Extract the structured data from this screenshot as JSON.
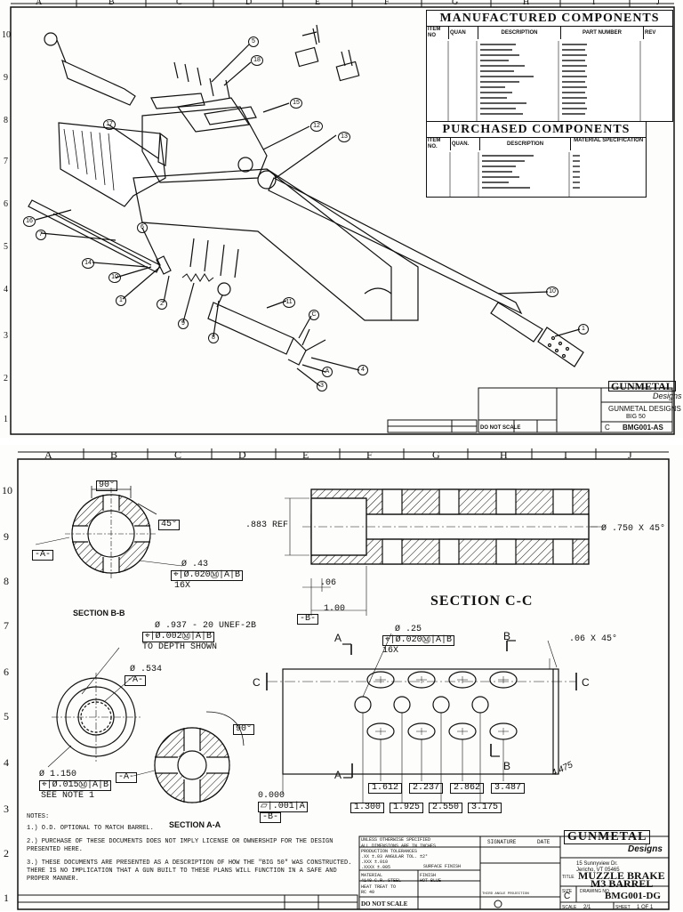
{
  "sheet1": {
    "zones_x": [
      "A",
      "B",
      "C",
      "D",
      "E",
      "F",
      "G",
      "H",
      "I",
      "J"
    ],
    "zones_y": [
      "10",
      "9",
      "8",
      "7",
      "6",
      "5",
      "4",
      "3",
      "2",
      "1"
    ],
    "manufactured": {
      "title": "MANUFACTURED COMPONENTS",
      "headers": [
        "ITEM NO",
        "QUAN",
        "DESCRIPTION",
        "PART NUMBER",
        "REV"
      ]
    },
    "purchased": {
      "title": "PURCHASED COMPONENTS",
      "headers": [
        "ITEM NO.",
        "QUAN.",
        "DESCRIPTION",
        "MATERIAL SPECIFICATION"
      ]
    },
    "balloons": [
      "5",
      "18",
      "15",
      "12",
      "13",
      "17",
      "16",
      "7",
      "14",
      "10",
      "1",
      "2",
      "9",
      "8",
      "6",
      "11",
      "C",
      "3",
      "4",
      "A",
      "10",
      "1"
    ],
    "titleblock": {
      "company": "GUNMETAL DESIGNS",
      "subtitle": "BIG 50",
      "dwg": "BMG001-AS",
      "size": "C",
      "do_not_scale": "DO NOT SCALE",
      "logo": "GUNMETAL",
      "logo_sub": "Designs"
    }
  },
  "sheet2": {
    "zones_x": [
      "A",
      "B",
      "C",
      "D",
      "E",
      "F",
      "G",
      "H",
      "I",
      "J"
    ],
    "zones_y": [
      "10",
      "9",
      "8",
      "7",
      "6",
      "5",
      "4",
      "3",
      "2",
      "1"
    ],
    "section_bb": {
      "label": "SECTION B-B",
      "angle": "90°",
      "chamfer": "45°",
      "datum": "-A-",
      "hole_dia": "Ø .43",
      "hole_tol": "⌖|Ø.020Ⓜ|A|B",
      "hole_count": "16X"
    },
    "section_cc": {
      "label": "SECTION C-C",
      "ref": ".883 REF",
      "bore": "Ø .750 X 45°",
      "dim_06": ".06",
      "dim_100": "1.00",
      "datum_b": "-B-"
    },
    "end_view": {
      "thread": "Ø .937 - 20 UNEF-2B",
      "thread_tol": "⌖|Ø.002Ⓜ|A|B",
      "depth": "TO DEPTH SHOWN",
      "bore": "Ø .534",
      "datum": "-A-",
      "od": "Ø 1.150",
      "od_tol": "⌖|Ø.015Ⓜ|A|B",
      "note": "SEE NOTE 1"
    },
    "section_aa": {
      "label": "SECTION A-A",
      "angle": "90°",
      "datum": "-A-"
    },
    "side_view": {
      "hole": "Ø .25",
      "hole_tol": "⌖|Ø.020Ⓜ|A|B",
      "count": "16X",
      "chamfer": ".06 X 45°",
      "zero": "0.000",
      "flat_tol": "⏥|.001|A",
      "datum_b": "-B-",
      "dims_top": [
        "1.612",
        "2.237",
        "2.862",
        "3.487"
      ],
      "dims_bottom": [
        "1.300",
        "1.925",
        "2.550",
        "3.175"
      ],
      "cut_a": "A",
      "cut_b": "B",
      "cut_c": "C",
      "handwritten": "4.475"
    },
    "notes": {
      "heading": "NOTES:",
      "items": [
        "1.) O.D. OPTIONAL TO MATCH BARREL.",
        "2.) PURCHASE OF THESE DOCUMENTS DOES NOT IMPLY LICENSE OR OWNERSHIP FOR THE DESIGN PRESENTED HERE.",
        "3.) THESE DOCUMENTS ARE PRESENTED AS A DESCRIPTION OF HOW THE \"BIG 50\" WAS CONSTRUCTED. THERE IS NO IMPLICATION THAT A GUN BUILT TO THESE PLANS WILL FUNCTION IN A SAFE AND PROPER MANNER."
      ]
    },
    "titleblock": {
      "unless": "UNLESS OTHERWISE SPECIFIED",
      "dims": "ALL DIMENSIONS ARE IN INCHES",
      "tolerances": "PRODUCTION TOLERANCES",
      "tol1": ".XX ±.03   ANGULAR TOL. ±2°",
      "tol2": ".XXX ±.010",
      "tol3": ".XXXX ±.005",
      "finish": "SURFACE FINISH",
      "material": "MATERIAL",
      "material_val": "4140 C.R. STEEL",
      "heat": "HEAT TREAT TO",
      "heat_val": "RC 40",
      "finish_label": "FINISH",
      "finish_val": "HOT BLUE",
      "signature": "SIGNATURE",
      "date": "DATE",
      "company": "GUNMETAL",
      "company_sub": "Designs",
      "address1": "15 Sunnyview Dr.",
      "address2": "Jericho, VT 05465",
      "title_label": "TITLE",
      "title1": "MUZZLE BRAKE",
      "title2": "M3 BARREL",
      "size_label": "SIZE",
      "size": "C",
      "dwg_label": "DRAWING NO",
      "dwg": "BMG001-DG",
      "scale_label": "SCALE",
      "scale": "2/1",
      "sheet_label": "SHEET",
      "sheet": "1 OF 1",
      "do_not_scale": "DO NOT SCALE",
      "projection": "THIRD ANGLE PROJECTION"
    }
  }
}
